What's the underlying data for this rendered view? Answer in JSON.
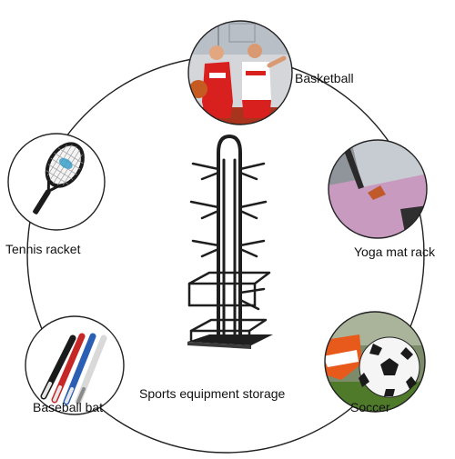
{
  "labels": {
    "basketball": "Basketball",
    "tennis": "Tennis racket",
    "yoga": "Yoga mat rack",
    "storage": "Sports equipment storage",
    "baseball": "Baseball bat",
    "soccer": "Soccer"
  },
  "icons": {
    "rack": "ball-rack-icon",
    "basketball": "basketball-players-photo",
    "tennis": "tennis-racket-icon",
    "yoga": "yoga-mat-photo",
    "baseball": "baseball-bats-icon",
    "soccer": "soccer-ball-photo"
  },
  "colors": {
    "outline": "#222222",
    "rack": "#1e1e1e",
    "jersey_red": "#d8201f",
    "mat_pink": "#c99ac0",
    "grass": "#4f7a2a"
  }
}
